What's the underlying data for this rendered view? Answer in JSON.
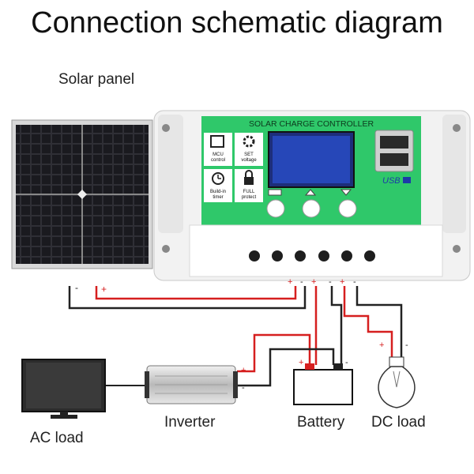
{
  "title": "Connection schematic diagram",
  "labels": {
    "solar_panel": "Solar panel",
    "inverter": "Inverter",
    "battery": "Battery",
    "dc_load": "DC load",
    "ac_load": "AC load"
  },
  "controller": {
    "header": "SOLAR CHARGE CONTROLLER",
    "mcu": "MCU\ncontrol",
    "set_voltage": "SET\nvoltage",
    "timer": "Build-in\ntimer",
    "protect": "FULL\nprotect",
    "usb": "USB"
  },
  "polarity": {
    "plus": "+",
    "minus": "-"
  },
  "colors": {
    "controller_green": "#2fc86a",
    "positive_wire": "#d61f1f",
    "negative_wire": "#222222",
    "lcd_blue": "#2647b8"
  }
}
